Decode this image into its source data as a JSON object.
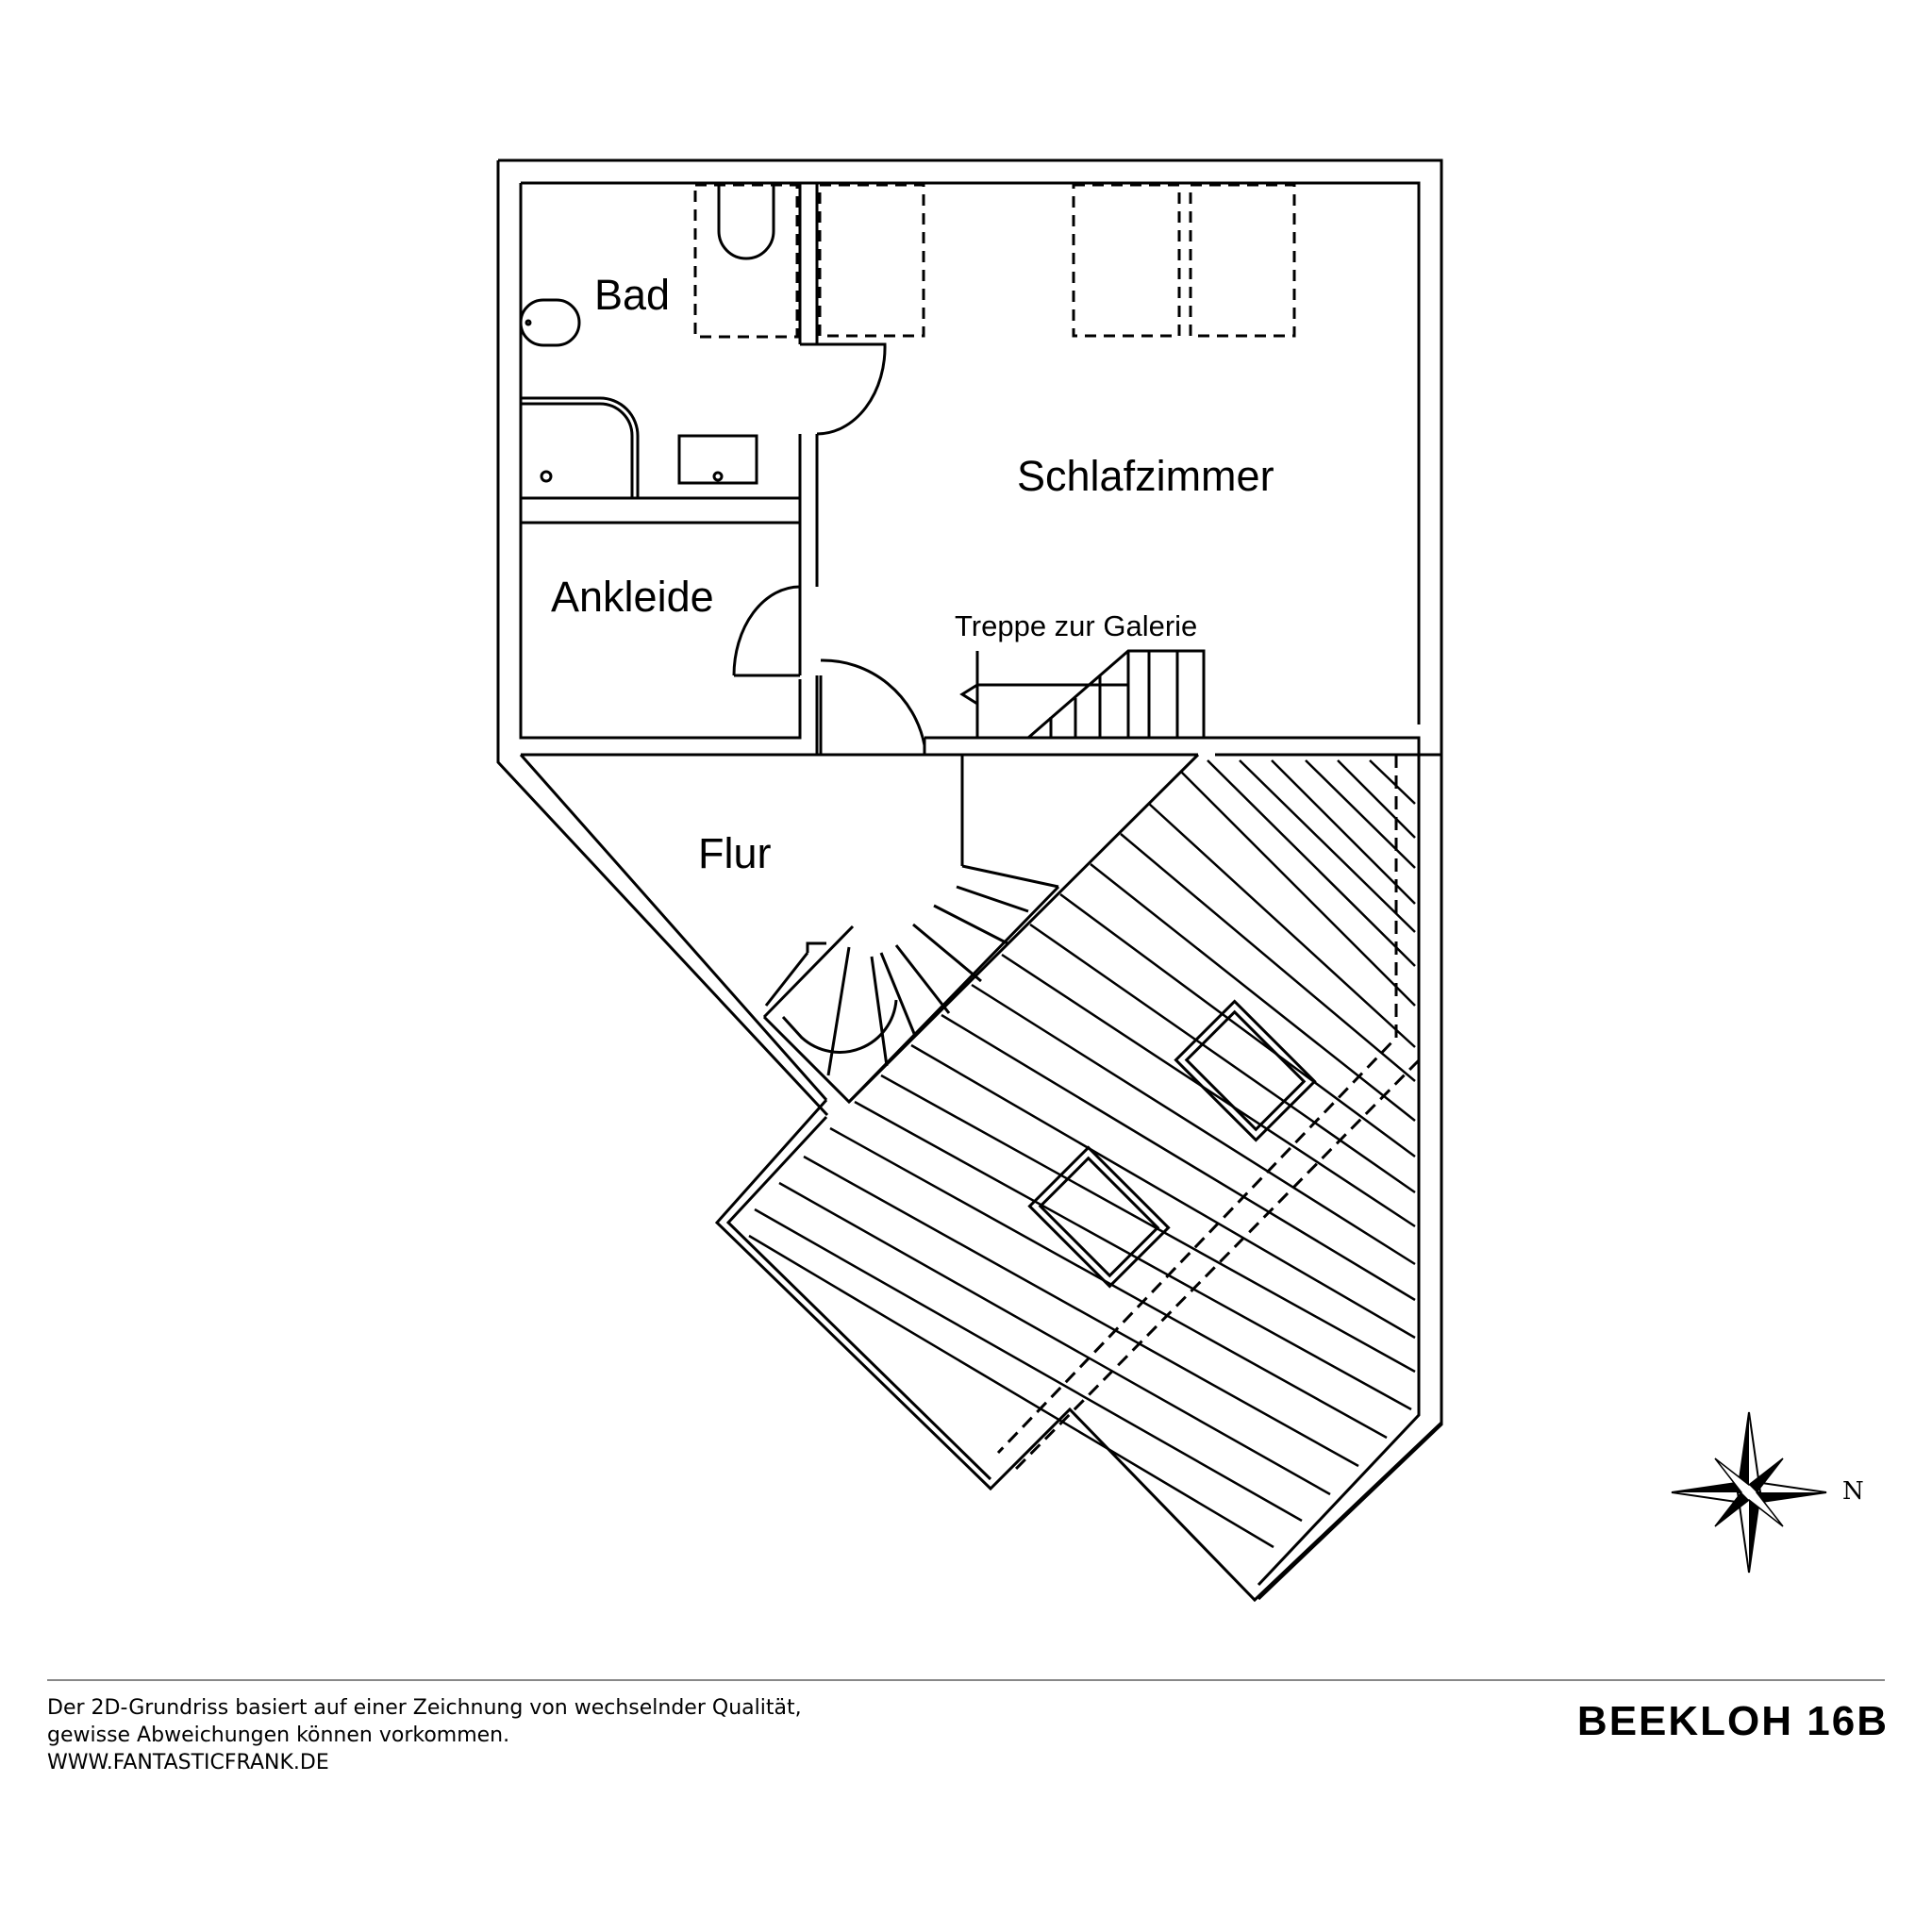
{
  "rooms": {
    "bad": "Bad",
    "schlafzimmer": "Schlafzimmer",
    "ankleide": "Ankleide",
    "flur": "Flur"
  },
  "stair_label": "Treppe zur Galerie",
  "compass": {
    "north_label": "N"
  },
  "footer": {
    "disclaimer_line1": "Der 2D-Grundriss basiert auf einer Zeichnung von wechselnder Qualität,",
    "disclaimer_line2": "gewisse Abweichungen können vorkommen.",
    "website": "WWW.FANTASTICFRANK.DE",
    "address": "BEEKLOH 16B"
  },
  "colors": {
    "line": "#000000",
    "background": "#ffffff",
    "footer_rule": "#888888"
  }
}
